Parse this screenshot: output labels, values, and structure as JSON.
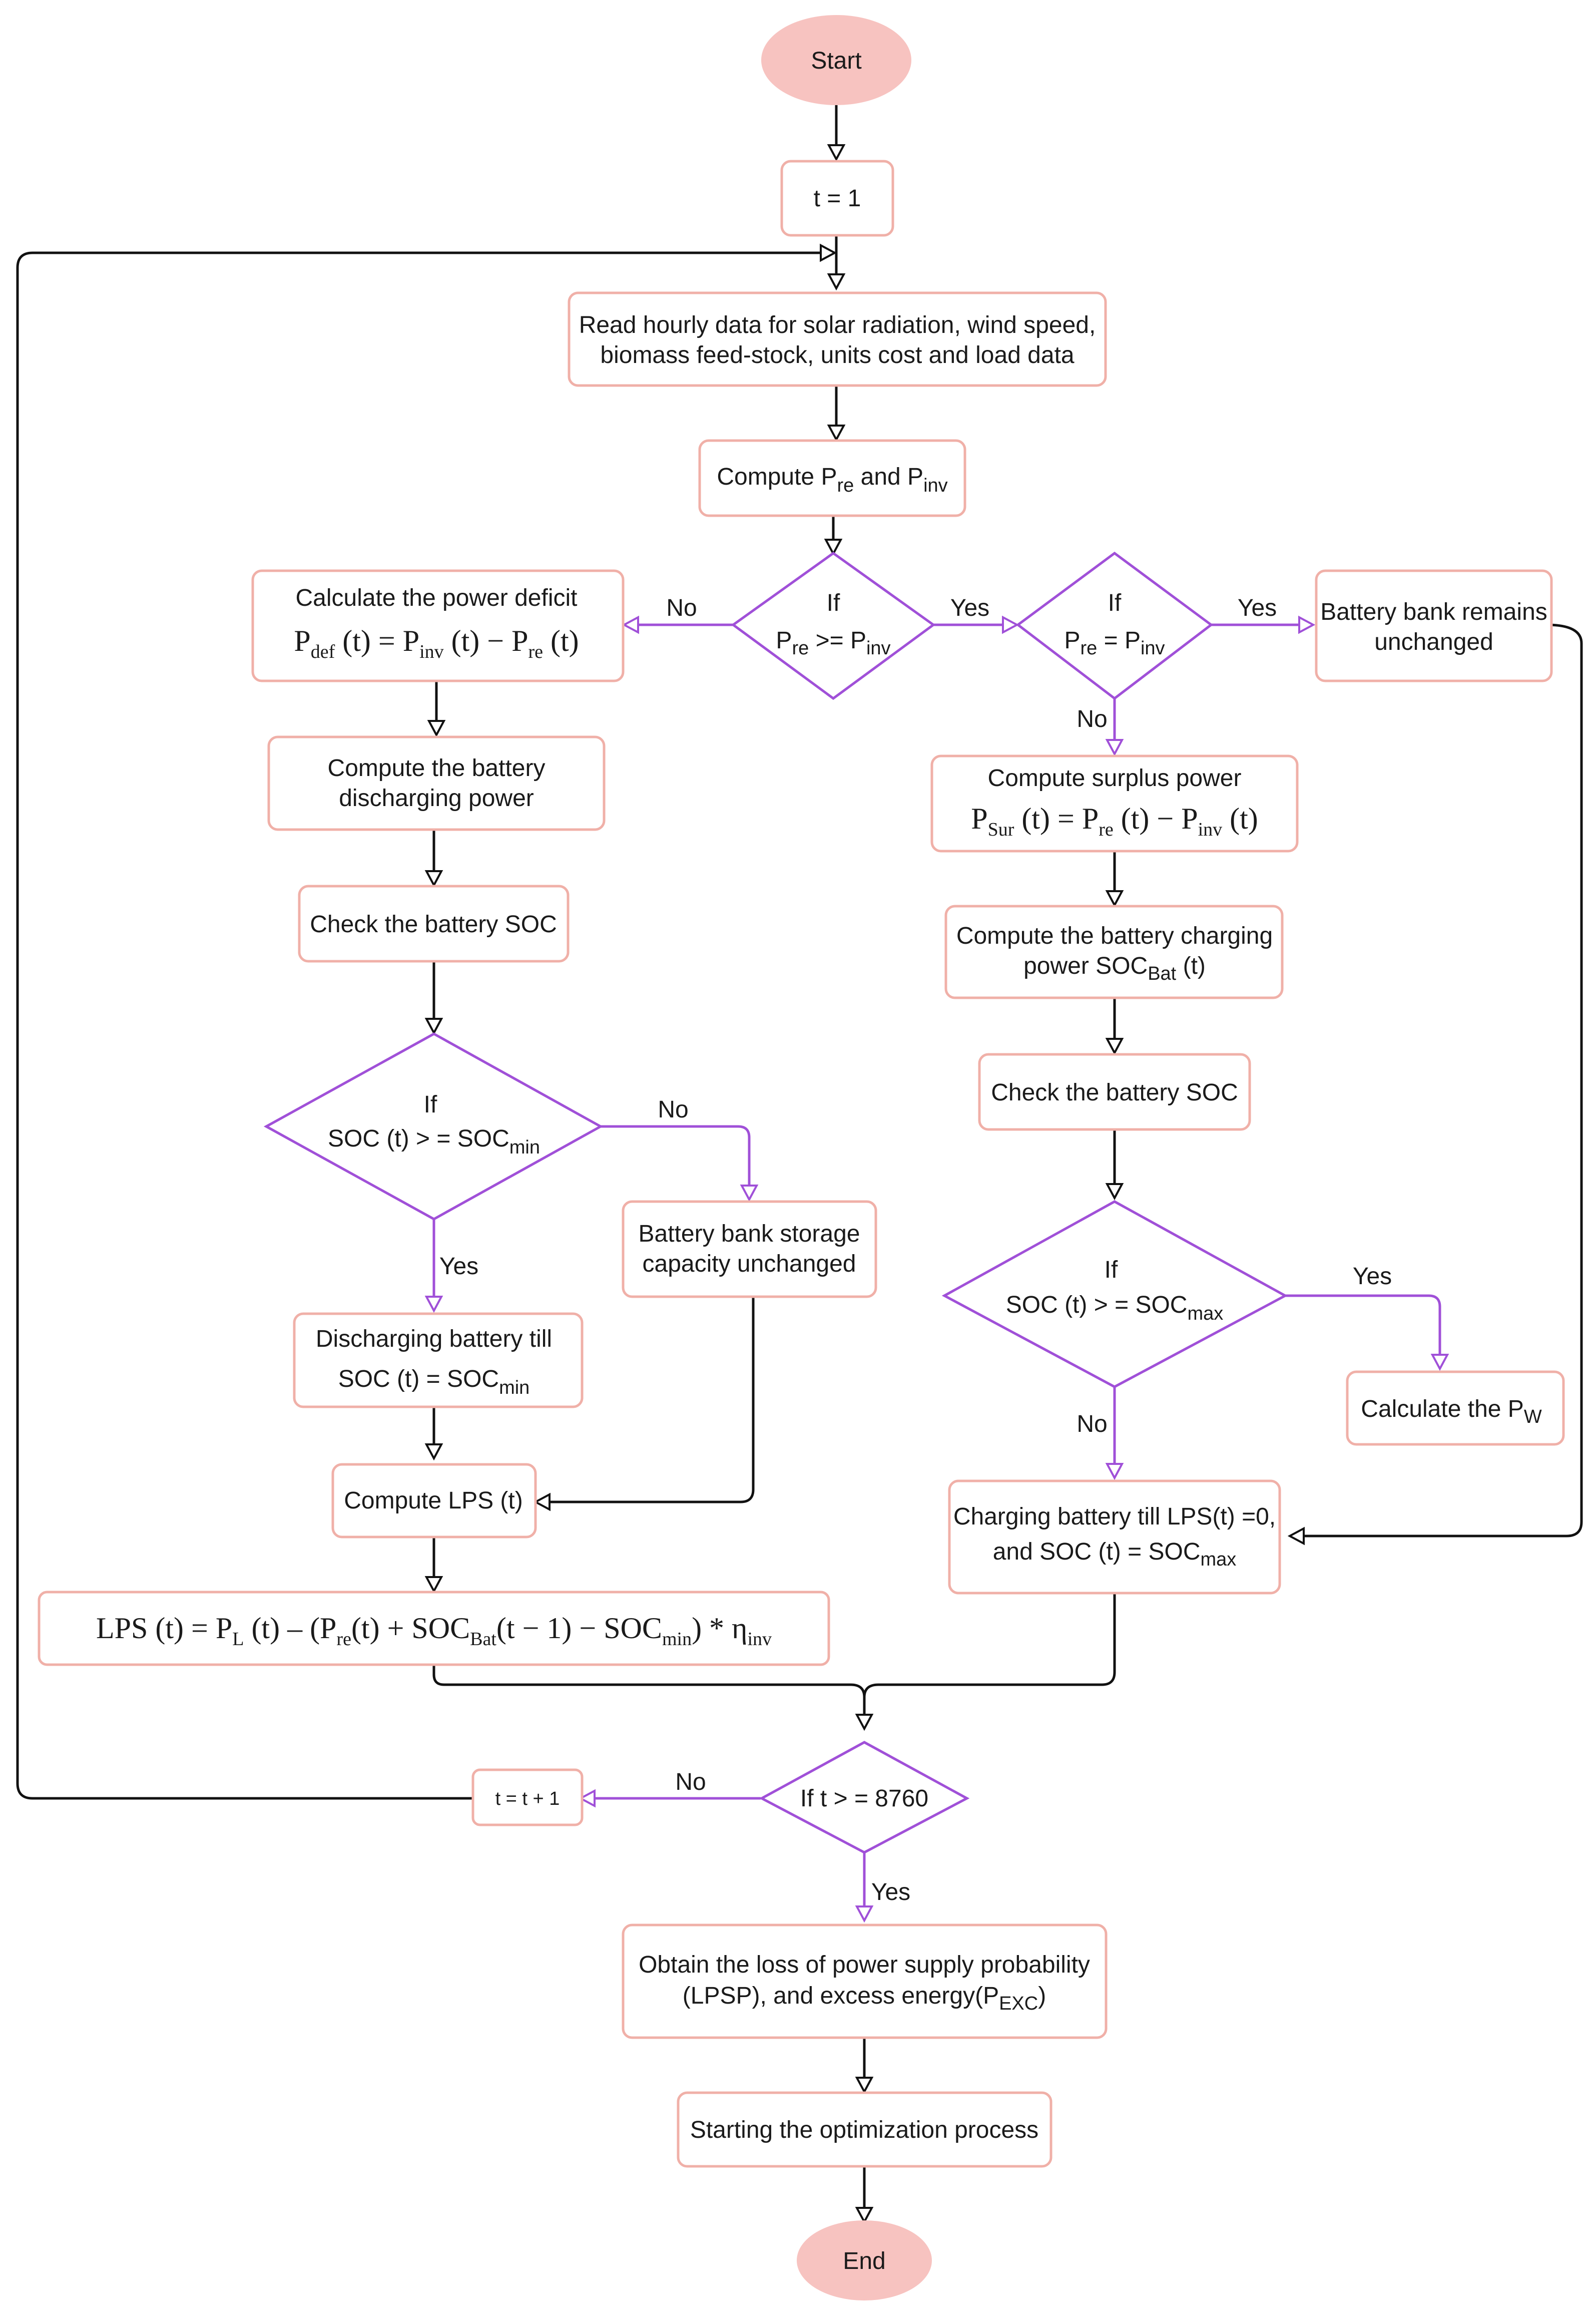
{
  "nodes": {
    "start": "Start",
    "t1": "t = 1",
    "read_line1": "Read hourly data for solar radiation, wind speed,",
    "read_line2": "biomass feed-stock, units cost and load data",
    "compute_pre": "Compute P",
    "compute_pre_sub1": "re",
    "compute_pre_and": " and P",
    "compute_pre_sub2": "inv",
    "if": "If",
    "d1_p": "P",
    "d1_re": "re",
    "d1_op": " >= P",
    "d1_inv": "inv",
    "d2_p": "P",
    "d2_re": "re",
    "d2_op": " = P",
    "d2_inv": "inv",
    "bank_unchanged_1": "Battery bank remains",
    "bank_unchanged_2": "unchanged",
    "deficit_title": "Calculate the power deficit",
    "deficit_eq_a": "P",
    "deficit_eq_def": "def",
    "deficit_eq_b": " (t) = P",
    "deficit_eq_inv": "inv",
    "deficit_eq_c": " (t) − P",
    "deficit_eq_re": "re",
    "deficit_eq_d": " (t)",
    "surplus_title": "Compute surplus power",
    "surplus_eq_a": "P",
    "surplus_eq_sur": "Sur",
    "surplus_eq_b": " (t) = P",
    "surplus_eq_re": "re",
    "surplus_eq_c": " (t) − P",
    "surplus_eq_inv": "inv",
    "surplus_eq_d": " (t)",
    "discharge_power_1": "Compute the battery",
    "discharge_power_2": "discharging power",
    "check_soc_left": "Check the battery SOC",
    "charge_power_1": "Compute the battery charging",
    "charge_power_2a": "power SOC",
    "charge_power_2sub": "Bat",
    "charge_power_2b": " (t)",
    "check_soc_right": "Check the battery SOC",
    "d3_a": "SOC (t) > = SOC",
    "d3_sub": "min",
    "d4_a": "SOC (t) > = SOC",
    "d4_sub": "max",
    "storage_unchanged_1": "Battery bank storage",
    "storage_unchanged_2": "capacity unchanged",
    "calc_pw_a": "Calculate the P",
    "calc_pw_sub": "W",
    "discharging_till_1": "Discharging battery till",
    "discharging_till_2a": "SOC (t) = SOC",
    "discharging_till_2sub": "min",
    "charging_till_1": "Charging battery till LPS(t) =0,",
    "charging_till_2a": "and SOC (t)  = SOC",
    "charging_till_2sub": "max",
    "compute_lps": "Compute LPS (t)",
    "lps_eq_a": "LPS (t) = P",
    "lps_eq_L": "L",
    "lps_eq_b": " (t) – (P",
    "lps_eq_re": "re",
    "lps_eq_c": "(t) + SOC",
    "lps_eq_bat": "Bat",
    "lps_eq_d": "(t − 1) − SOC",
    "lps_eq_min": "min",
    "lps_eq_e": ") * η",
    "lps_eq_inv": "inv",
    "d5": "If t > = 8760",
    "t_inc": "t = t + 1",
    "lpsp_1": "Obtain the loss of power supply probability",
    "lpsp_2a": "(LPSP), and excess energy(P",
    "lpsp_2sub": "EXC",
    "lpsp_2b": ")",
    "optim": "Starting the optimization process",
    "end": "End"
  },
  "edge_labels": {
    "no": "No",
    "yes": "Yes"
  },
  "colors": {
    "terminal_fill": "#f7c3c0",
    "box_stroke": "#f0b0a8",
    "decision_stroke": "#a050d8",
    "arrow": "#111111"
  }
}
